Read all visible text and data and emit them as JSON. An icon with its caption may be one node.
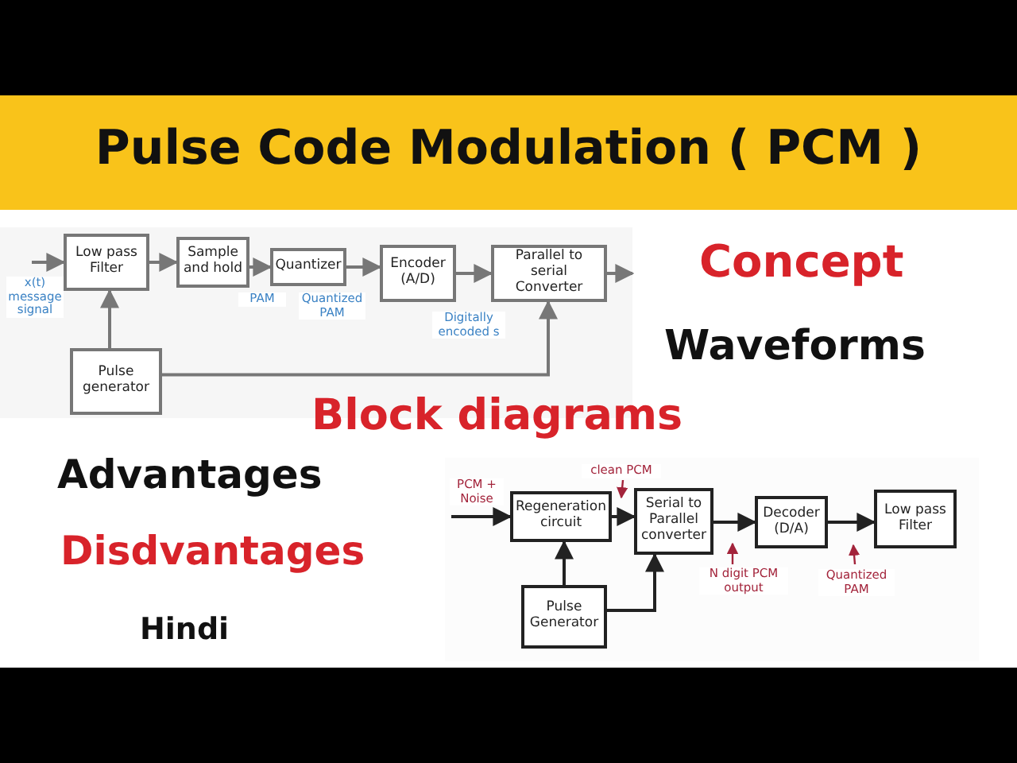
{
  "diagram": {
    "title": "Pulse Code Modulation ( PCM )",
    "nodes": [
      {
        "text": [
          "Low pass Filter"
        ]
      },
      {
        "text": [
          "Sample and hold"
        ]
      },
      {
        "text": [
          "Quantizer"
        ]
      },
      {
        "text": [
          "Encoder (A/D)"
        ]
      },
      {
        "text": [
          "Parallel to serial Converter"
        ]
      },
      {
        "text": [
          "Pulse generator"
        ]
      },
      {
        "text": [
          "Regeneration circuit"
        ]
      },
      {
        "text": [
          "Serial to Parallel converter"
        ]
      },
      {
        "text": [
          "Decoder (D/A)"
        ]
      },
      {
        "text": [
          "Low pass Filter"
        ]
      },
      {
        "text": [
          "Pulse Generator"
        ]
      }
    ],
    "edges": [
      {
        "from": null,
        "to": 0,
        "arrow": "to",
        "label": "x(t) message signal"
      },
      {
        "from": 0,
        "to": 1,
        "arrow": "to"
      },
      {
        "from": 1,
        "to": 2,
        "arrow": "to",
        "label": "PAM"
      },
      {
        "from": 2,
        "to": 3,
        "arrow": "to",
        "label": "Quantized PAM"
      },
      {
        "from": 3,
        "to": 4,
        "arrow": "to",
        "label": "Digitally encoded s"
      },
      {
        "from": 4,
        "to": null,
        "arrow": "to"
      },
      {
        "from": 5,
        "to": 0,
        "arrow": "to"
      },
      {
        "from": 5,
        "to": 4,
        "arrow": "to"
      },
      {
        "from": null,
        "to": 6,
        "arrow": "to",
        "label": "PCM + Noise",
        "color": "#222222"
      },
      {
        "from": 6,
        "to": 7,
        "arrow": "to",
        "label": "clean PCM",
        "color": "#222222"
      },
      {
        "from": 7,
        "to": 8,
        "arrow": "to",
        "label": "N digit PCM output",
        "color": "#222222"
      },
      {
        "from": 8,
        "to": 9,
        "arrow": "to",
        "label": "Quantized PAM",
        "color": "#222222"
      },
      {
        "from": 10,
        "to": 6,
        "arrow": "to",
        "color": "#222222"
      },
      {
        "from": 10,
        "to": 7,
        "arrow": "to",
        "color": "#222222"
      }
    ],
    "labels": [
      "Concept",
      "Waveforms",
      "Block diagrams",
      "Advantages",
      "Disdvantages",
      "Hindi"
    ]
  }
}
